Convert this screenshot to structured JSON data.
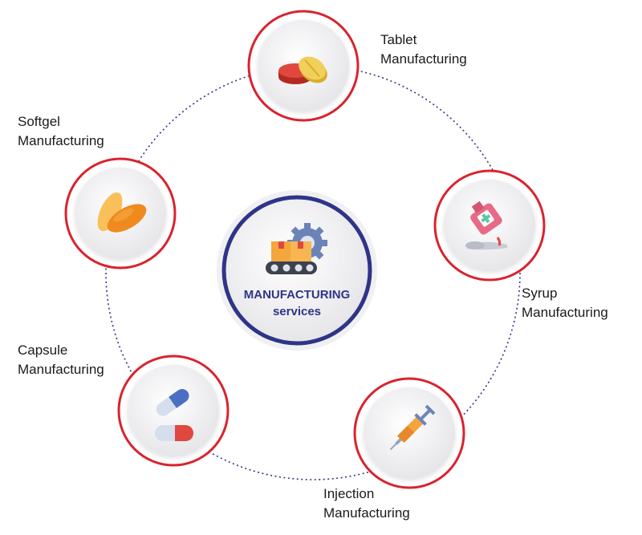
{
  "center": {
    "line1": "MANUFACTURING",
    "line2": "services",
    "icon": "conveyor-boxes-gear-icon"
  },
  "nodes": [
    {
      "id": "tablet",
      "line1": "Tablet",
      "line2": "Manufacturing",
      "icon": "tablet-pills-icon"
    },
    {
      "id": "syrup",
      "line1": "Syrup",
      "line2": "Manufacturing",
      "icon": "syrup-bottle-spoon-icon"
    },
    {
      "id": "injection",
      "line1": "Injection",
      "line2": "Manufacturing",
      "icon": "syringe-icon"
    },
    {
      "id": "capsule",
      "line1": "Capsule",
      "line2": "Manufacturing",
      "icon": "capsule-icon"
    },
    {
      "id": "softgel",
      "line1": "Softgel",
      "line2": "Manufacturing",
      "icon": "softgel-icon"
    }
  ],
  "colors": {
    "ring_red": "#d9232e",
    "center_navy": "#2e3587",
    "dotted_path": "#2e3587",
    "disc_gray": "#ececf0"
  }
}
